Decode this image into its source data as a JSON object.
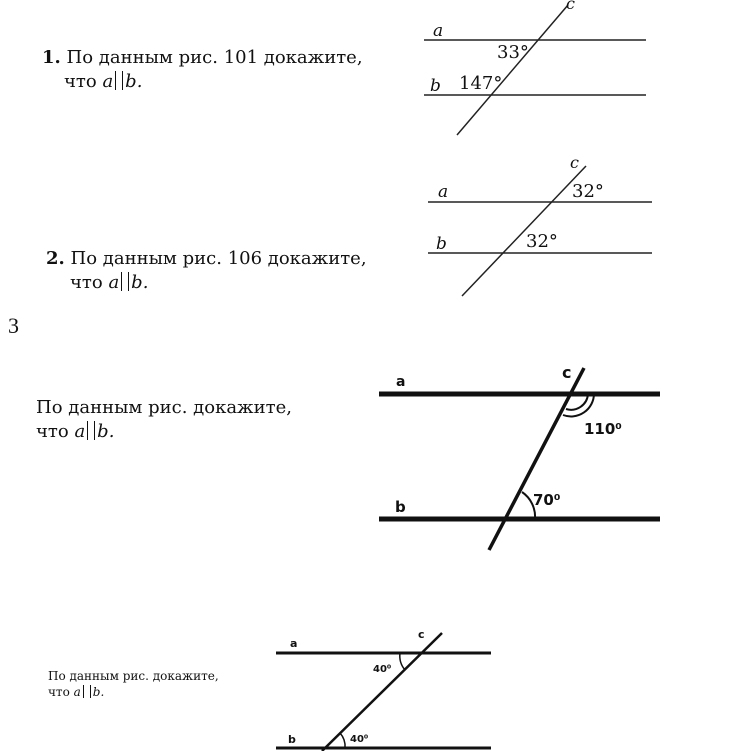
{
  "task1": {
    "num": "1.",
    "text": "По данным рис. 101 докажите,",
    "line2": "что",
    "a": "a",
    "b": "b."
  },
  "fig1": {
    "labels": {
      "a": "a",
      "b": "b",
      "c": "c"
    },
    "angle_top": "33°",
    "angle_bottom": "147°"
  },
  "task2": {
    "num": "2.",
    "text": "По данным рис. 106 докажите,",
    "line2": "что",
    "a": "a",
    "b": "b."
  },
  "fig2": {
    "labels": {
      "a": "a",
      "b": "b",
      "c": "c"
    },
    "angle_top": "32°",
    "angle_bottom": "32°"
  },
  "section_number": "3",
  "task3": {
    "text": "По данным рис.  докажите,",
    "line2": "что",
    "a": "a",
    "b": "b."
  },
  "fig3": {
    "labels": {
      "a": "a",
      "b": "b",
      "c": "c"
    },
    "angle_top": "110⁰",
    "angle_bottom": "70⁰"
  },
  "task4": {
    "text": "По данным рис.  докажите,",
    "line2": "что",
    "a": "a",
    "b": "b."
  },
  "fig4": {
    "labels": {
      "a": "a",
      "b": "b",
      "c": "c"
    },
    "angle_top": "40⁰",
    "angle_bottom": "40⁰"
  }
}
